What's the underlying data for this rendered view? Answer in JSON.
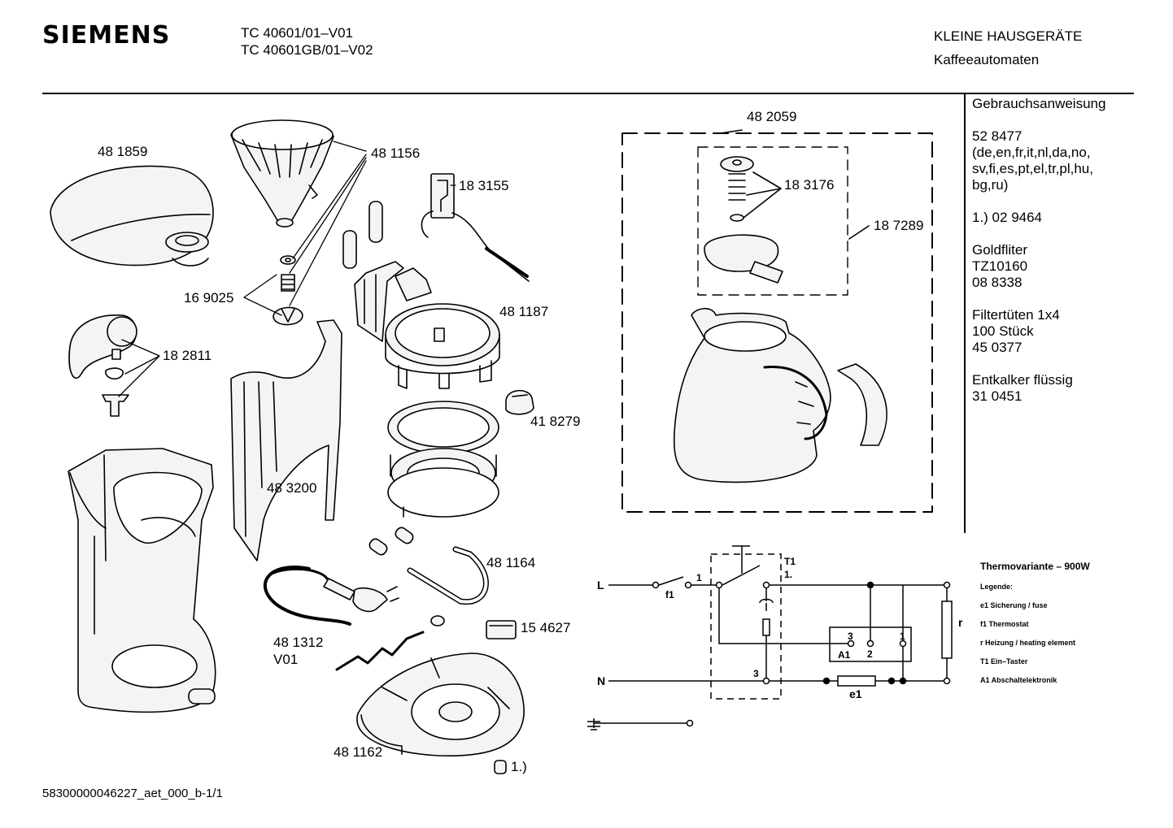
{
  "header": {
    "brand": "SIEMENS",
    "models": [
      "TC 40601/01–V01",
      "TC 40601GB/01–V02"
    ],
    "category": "KLEINE HAUSGERÄTE",
    "subcategory": "Kaffeeautomaten"
  },
  "side_info": [
    {
      "lines": [
        "Gebrauchsanweisung"
      ]
    },
    {
      "lines": [
        "52 8477",
        "(de,en,fr,it,nl,da,no,",
        "sv,fi,es,pt,el,tr,pl,hu,",
        "bg,ru)"
      ]
    },
    {
      "lines": [
        "1.) 02 9464"
      ]
    },
    {
      "lines": [
        "Goldfliter",
        "TZ10160",
        "08 8338"
      ]
    },
    {
      "lines": [
        "Filtertüten 1x4",
        "100 Stück",
        "45 0377"
      ]
    },
    {
      "lines": [
        "Entkalker flüssig",
        "31 0451"
      ]
    }
  ],
  "part_labels": {
    "p481859": "48 1859",
    "p481156": "48 1156",
    "p183155": "18 3155",
    "p169025": "16 9025",
    "p182811": "18 2811",
    "p481187": "48 1187",
    "p418279": "41 8279",
    "p483200": "48 3200",
    "p481164": "48 1164",
    "p481312": "48 1312",
    "pV01": "V01",
    "p154627": "15 4627",
    "p481162": "48 1162",
    "p1note": "1.)",
    "p482059": "48 2059",
    "p183176": "18 3176",
    "p187289": "18 7289"
  },
  "schematic": {
    "L": "L",
    "N": "N",
    "f1": "f1",
    "n1": "1",
    "T1": "T1",
    "T1dot": "1.",
    "n3": "3",
    "a3": "3",
    "A1": "A1",
    "a2": "2",
    "a1": "1",
    "r": "r",
    "e1": "e1"
  },
  "legend": {
    "title": "Thermovariante – 900W",
    "subtitle": "Legende:",
    "rows": [
      "e1  Sicherung / fuse",
      "f1  Thermostat",
      "r   Heizung / heating element",
      "T1  Ein–Taster",
      "A1  Abschaltelektronik"
    ]
  },
  "footer": "58300000046227_aet_000_b-1/1",
  "colors": {
    "ink": "#000000",
    "paper": "#ffffff",
    "fill": "#f4f4f4"
  }
}
